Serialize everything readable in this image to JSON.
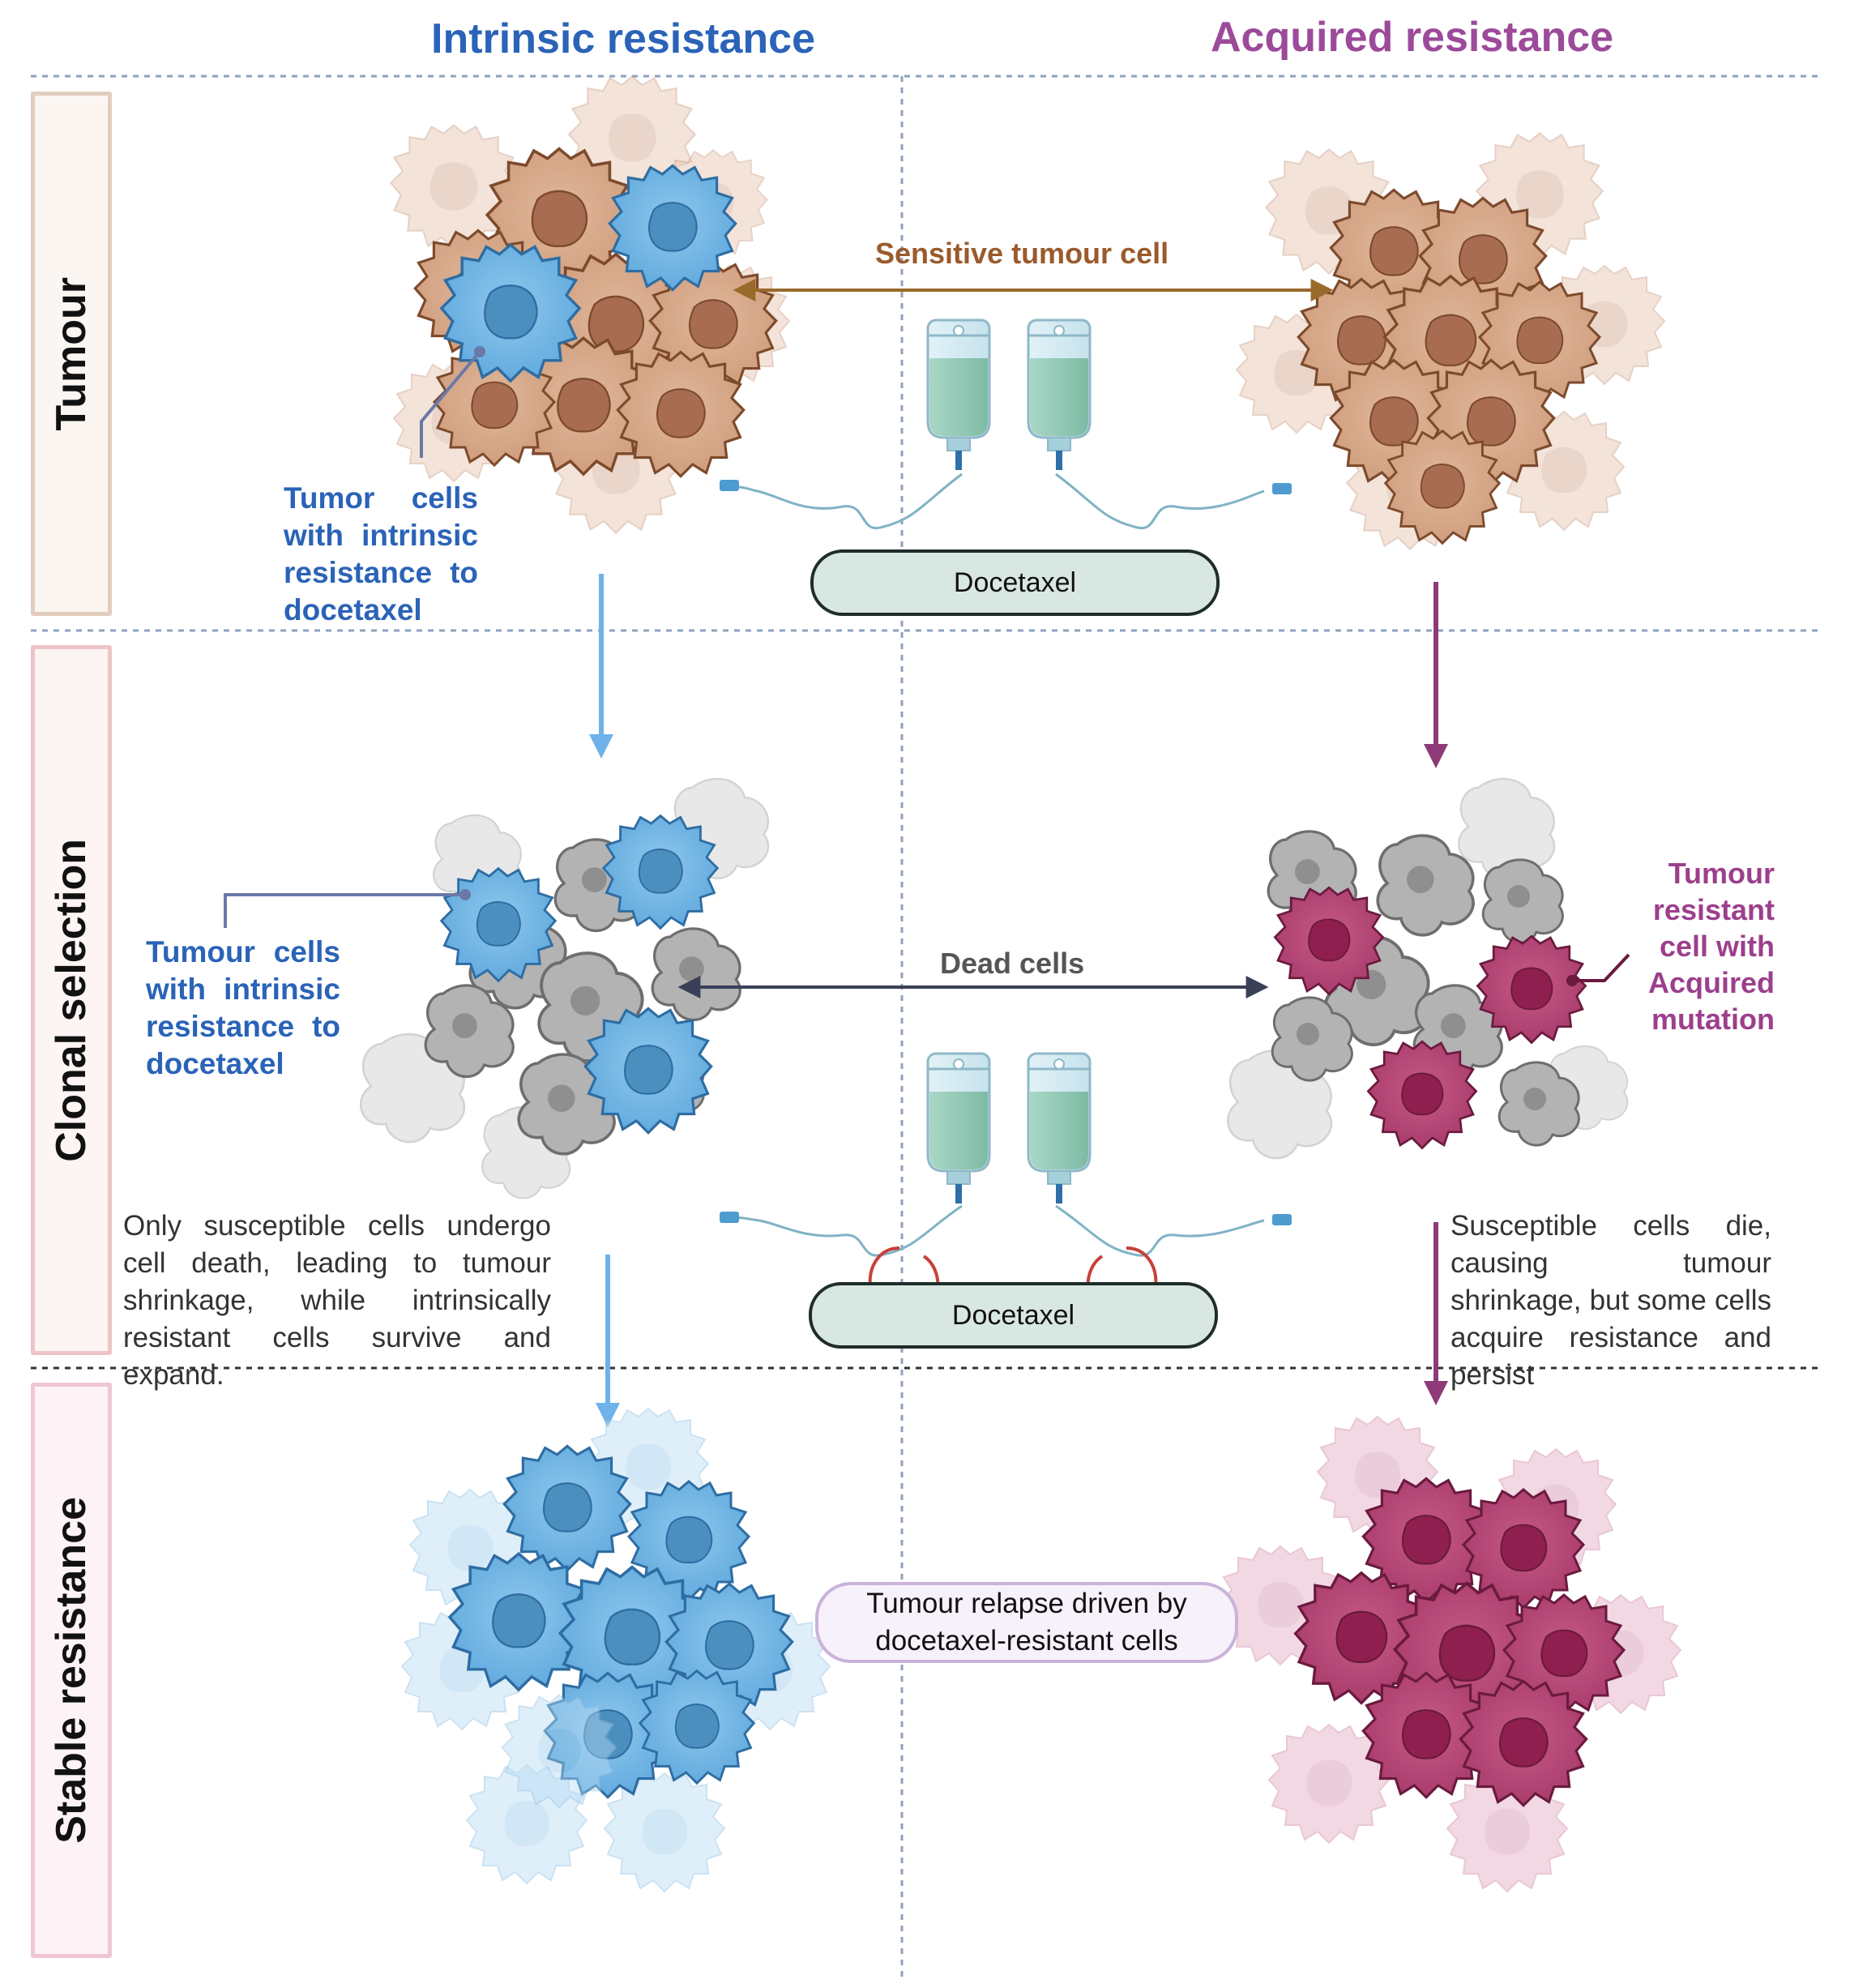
{
  "columns": {
    "intrinsic_title": "Intrinsic resistance",
    "acquired_title": "Acquired resistance"
  },
  "rows": {
    "tumour": "Tumour",
    "clonal_selection": "Clonal selection",
    "stable_resistance": "Stable resistance"
  },
  "tumour_row": {
    "sensitive_label": "Sensitive tumour cell",
    "intrinsic_callout": "Tumor cells with intrinsic resistance to docetaxel",
    "drug_label": "Docetaxel"
  },
  "clonal_row": {
    "intrinsic_callout": "Tumour cells with intrinsic resistance to docetaxel",
    "dead_cells_label": "Dead cells",
    "acquired_callout_lines": [
      "Tumour",
      "resistant",
      "cell with",
      "Acquired",
      "mutation"
    ],
    "drug_label": "Docetaxel",
    "intrinsic_note": "Only susceptible cells undergo cell death, leading to tumour shrinkage, while intrinsically resistant cells survive and expand.",
    "acquired_note_main": "Susceptible cells die, causing tumour shrinkage, but some cells acquire resistance and",
    "acquired_note_last": "persist"
  },
  "stable_row": {
    "relapse_label": "Tumour relapse driven by docetaxel-resistant cells"
  },
  "colors": {
    "intrinsic_blue": "#2a63b8",
    "acquired_purple": "#9c3f8c",
    "sensitive_brown": "#9a5a2c",
    "dead_gray": "#555555"
  }
}
